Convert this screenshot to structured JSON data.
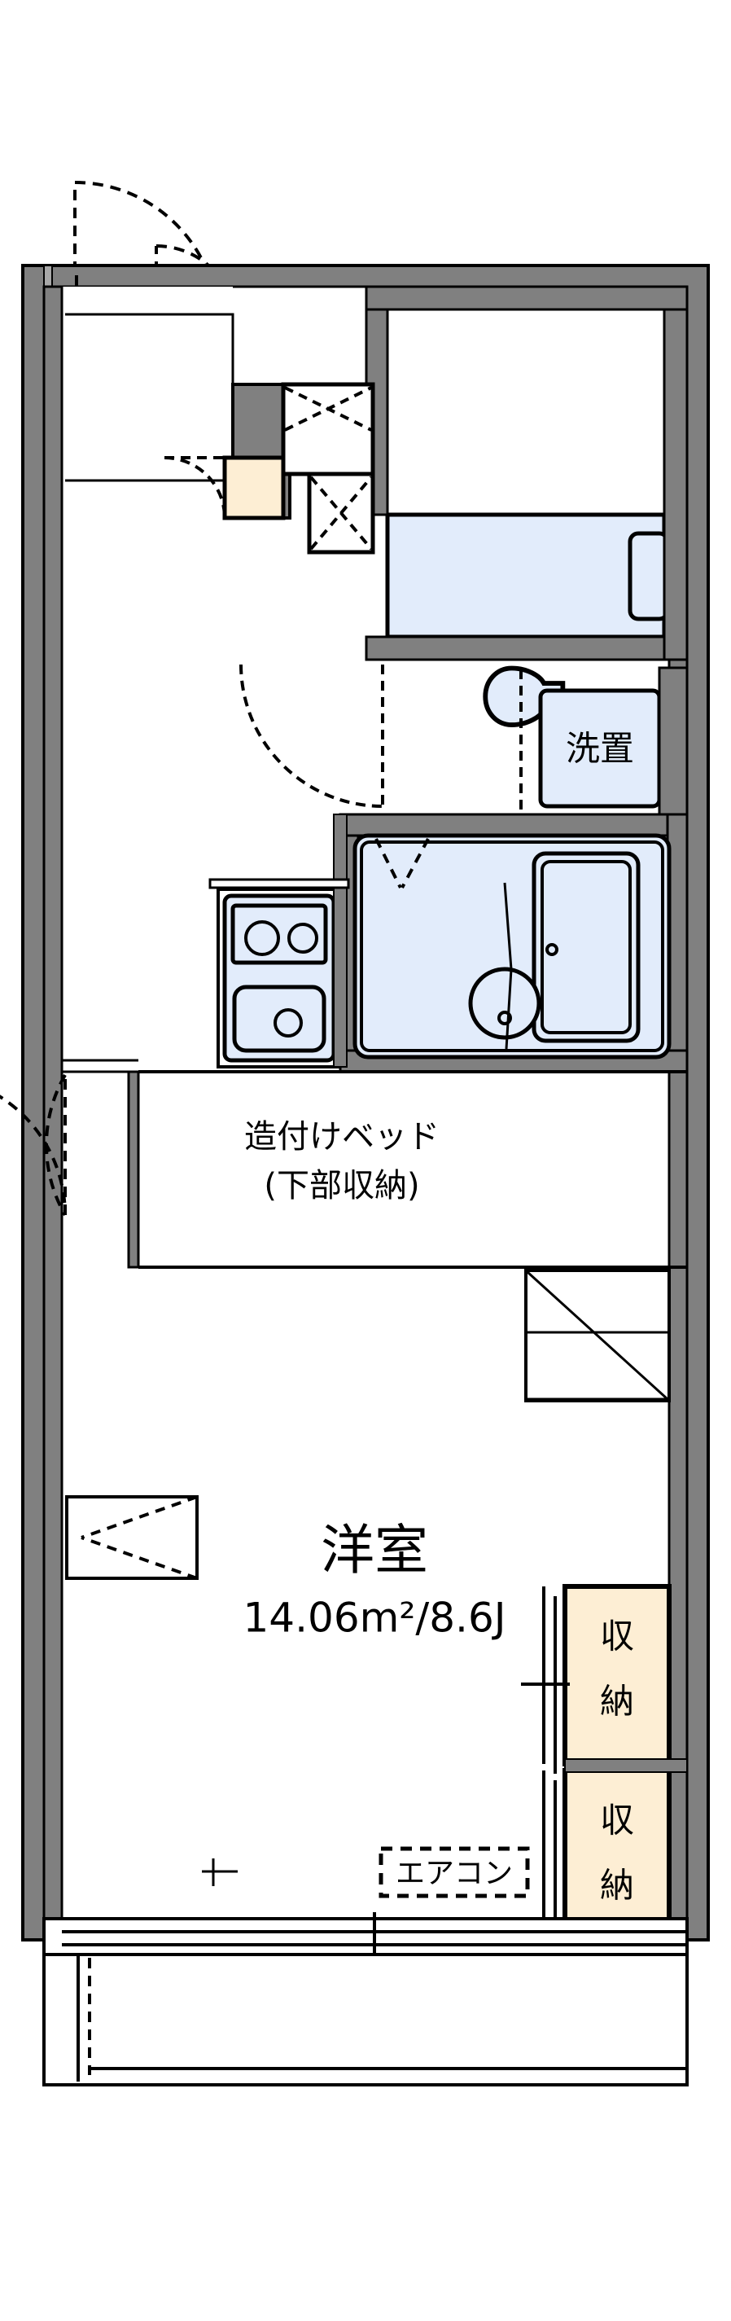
{
  "plan": {
    "type": "japanese-apartment-floorplan",
    "unit_type": "1K",
    "background_color": "#ffffff",
    "wall_fill": "#808080",
    "wall_stroke": "#000000",
    "fixture_fill": "#e2ecfb",
    "fixture_stroke": "#000000",
    "storage_fill": "#fdeed4",
    "storage_stroke": "#000000"
  },
  "rooms": {
    "main_room": {
      "name": "洋室",
      "area_text": "14.06m²/8.6J",
      "area_sqm": "14.06",
      "area_jo": "8.6"
    },
    "built_in_bed": {
      "line1": "造付けベッド",
      "line2": "(下部収納)"
    },
    "laundry": {
      "name": "洗置"
    },
    "closet_upper": {
      "name": "収納"
    },
    "closet_lower": {
      "name": "収納"
    },
    "aircon": {
      "name": "エアコン"
    }
  },
  "fixtures": {
    "toilet": "toilet-fixture",
    "bathtub": "bathtub-fixture",
    "washbasin": "washbasin-fixture",
    "stove": "two-burner-stove",
    "sink": "kitchen-sink",
    "entrance_door": "entrance-door",
    "balcony": "balcony",
    "window_left": "window-left",
    "window_bottom": "window-bottom"
  },
  "colors": {
    "wall": "#808080",
    "outline": "#000000",
    "water_area": "#e2ecfb",
    "storage_area": "#fdeed4",
    "floor": "#ffffff"
  }
}
